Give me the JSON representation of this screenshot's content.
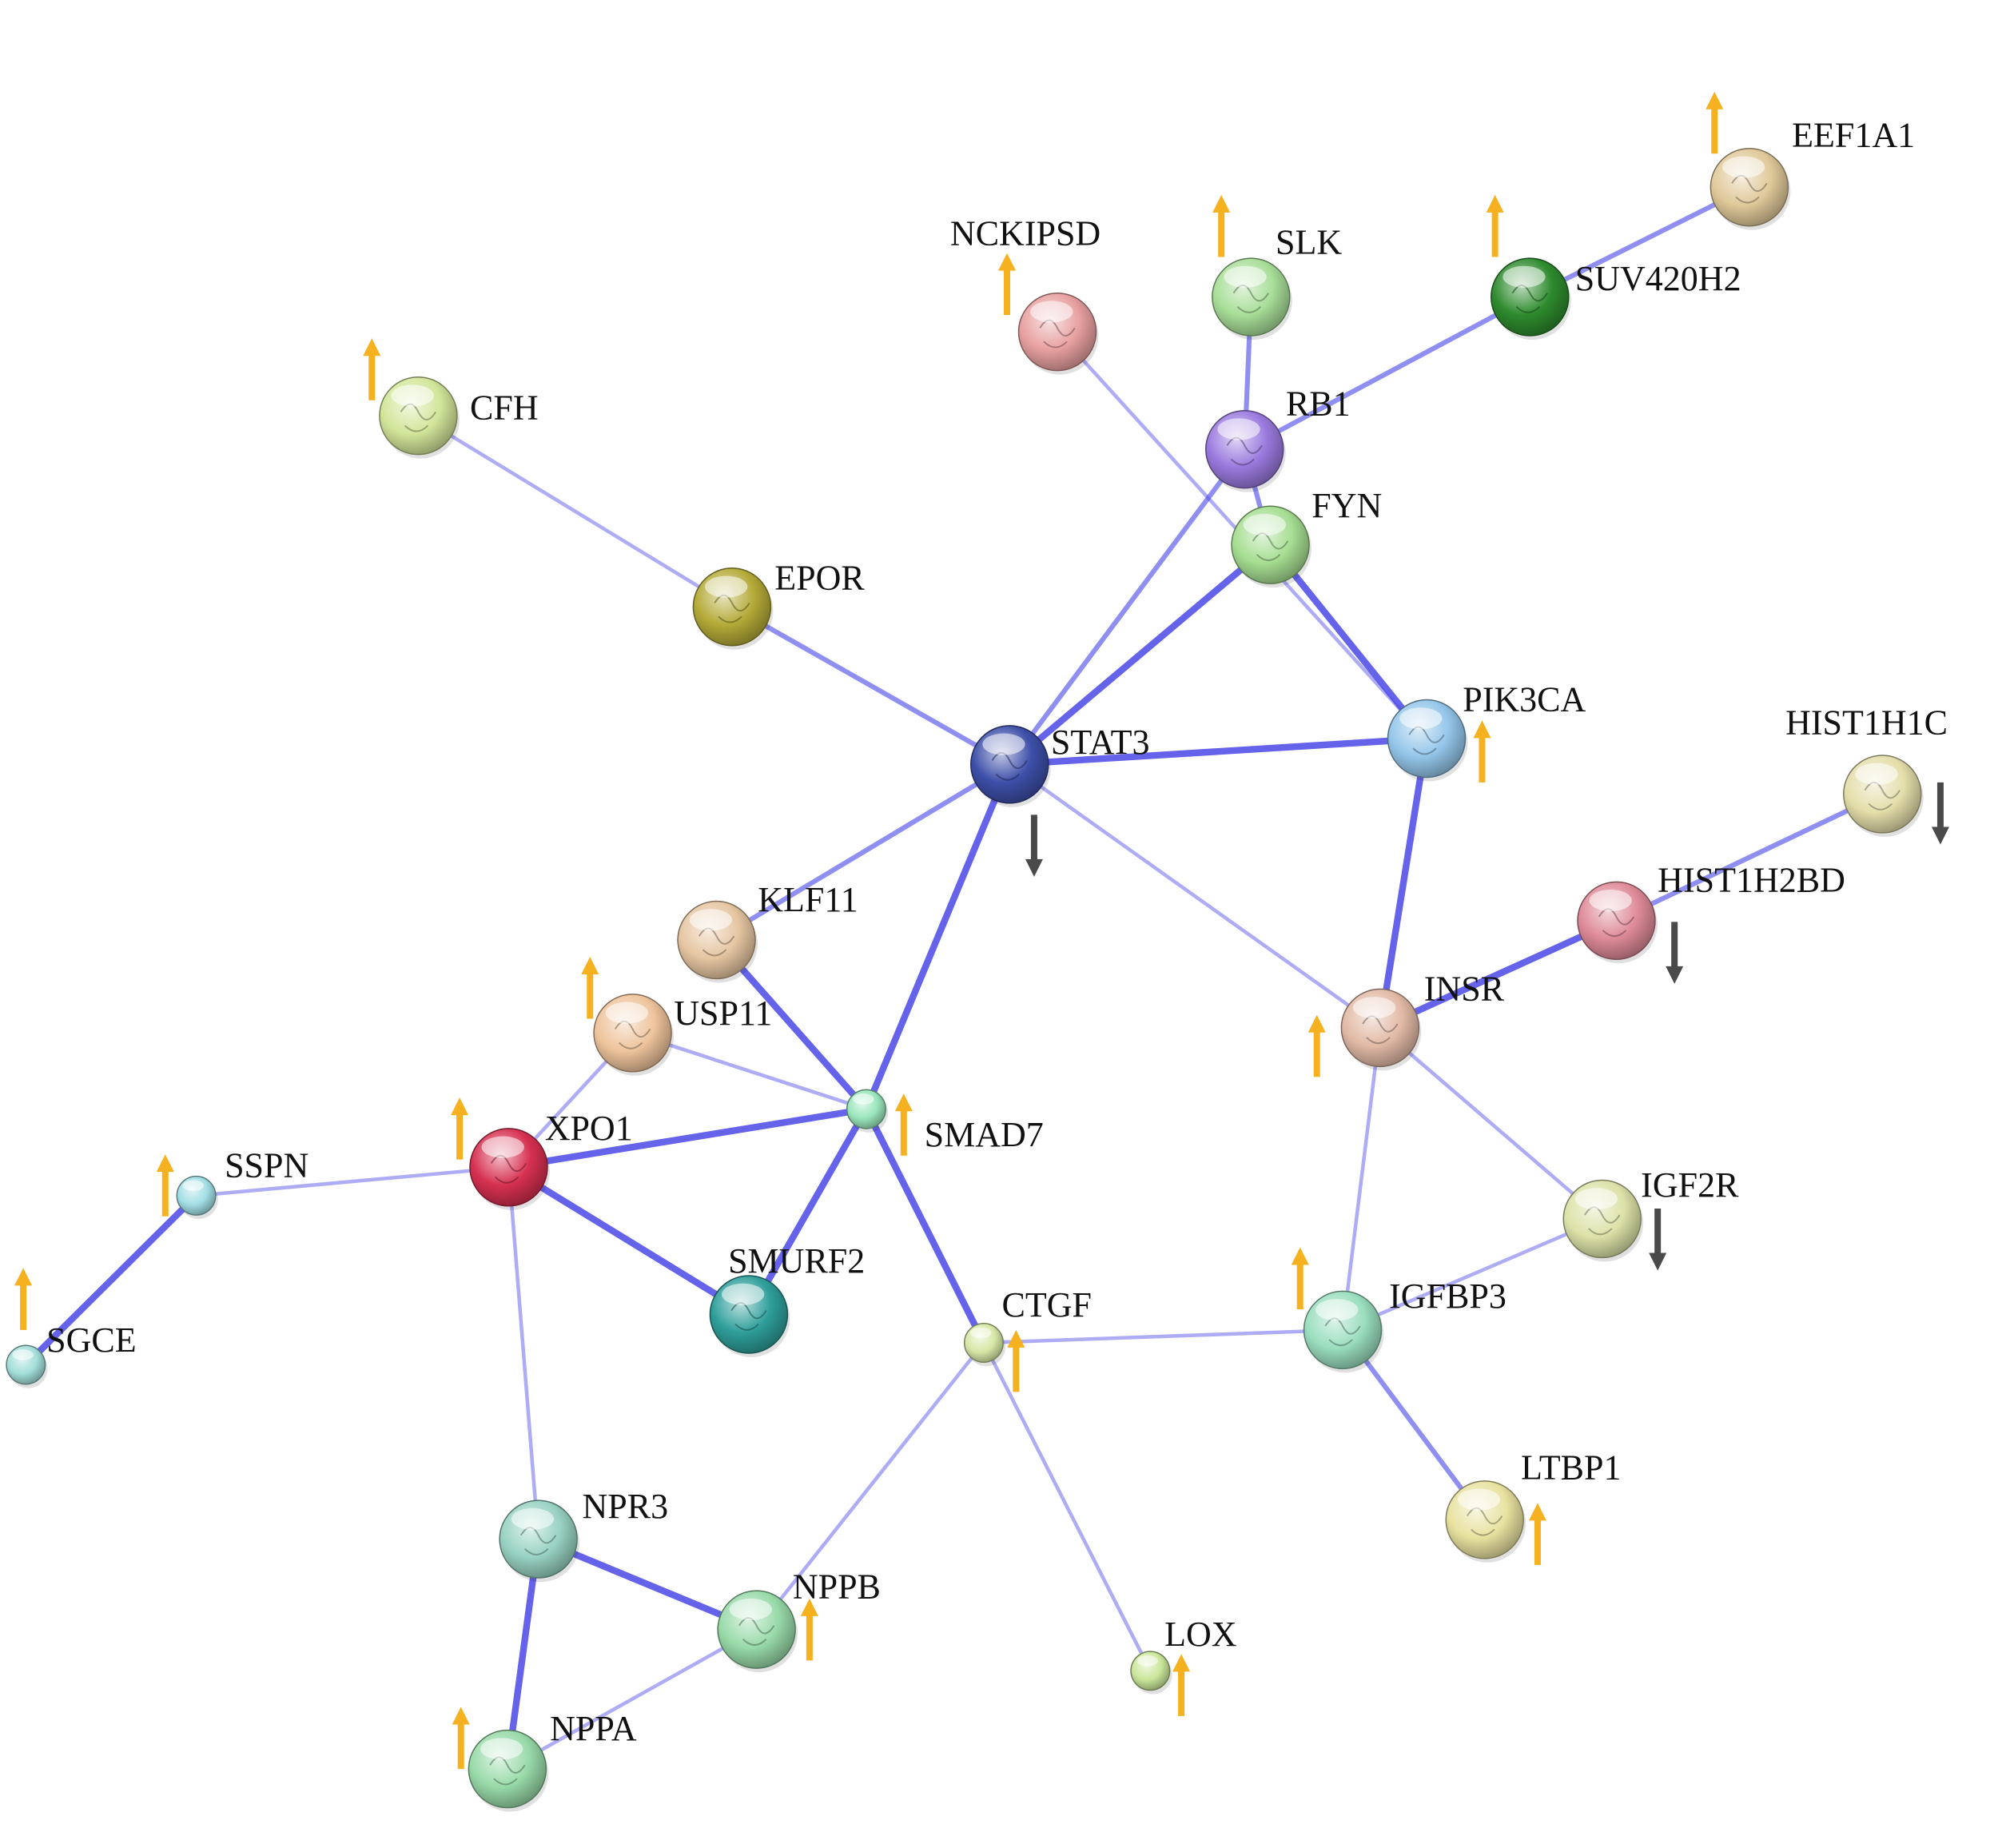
{
  "colors": {
    "up_arrow": "#F5B120",
    "down_arrow": "#4A4A4A",
    "edge": "#4B48E8"
  },
  "nodes": [
    {
      "id": "EEF1A1",
      "label": "EEF1A1",
      "color": "#E0C99A",
      "regulation": "up"
    },
    {
      "id": "SUV420H2",
      "label": "SUV420H2",
      "color": "#2E8B2E",
      "regulation": "up"
    },
    {
      "id": "SLK",
      "label": "SLK",
      "color": "#A8DE98",
      "regulation": "up"
    },
    {
      "id": "NCKIPSD",
      "label": "NCKIPSD",
      "color": "#E8A0A0",
      "regulation": "up"
    },
    {
      "id": "CFH",
      "label": "CFH",
      "color": "#D2E69A",
      "regulation": "up"
    },
    {
      "id": "RB1",
      "label": "RB1",
      "color": "#9A7ADE",
      "regulation": "none"
    },
    {
      "id": "FYN",
      "label": "FYN",
      "color": "#A6DE92",
      "regulation": "none"
    },
    {
      "id": "EPOR",
      "label": "EPOR",
      "color": "#B4AA38",
      "regulation": "none"
    },
    {
      "id": "STAT3",
      "label": "STAT3",
      "color": "#3D4FA8",
      "regulation": "down"
    },
    {
      "id": "PIK3CA",
      "label": "PIK3CA",
      "color": "#94C6EA",
      "regulation": "up"
    },
    {
      "id": "HIST1H1C",
      "label": "HIST1H1C",
      "color": "#E4DEAA",
      "regulation": "down"
    },
    {
      "id": "HIST1H2BD",
      "label": "HIST1H2BD",
      "color": "#DE8A98",
      "regulation": "down"
    },
    {
      "id": "KLF11",
      "label": "KLF11",
      "color": "#E6C6A2",
      "regulation": "none"
    },
    {
      "id": "USP11",
      "label": "USP11",
      "color": "#EEC49C",
      "regulation": "up"
    },
    {
      "id": "INSR",
      "label": "INSR",
      "color": "#E2BAA6",
      "regulation": "up"
    },
    {
      "id": "SMAD7",
      "label": "SMAD7",
      "color": "#9AE6BC",
      "regulation": "up"
    },
    {
      "id": "XPO1",
      "label": "XPO1",
      "color": "#D63050",
      "regulation": "up"
    },
    {
      "id": "SSPN",
      "label": "SSPN",
      "color": "#A2DEE4",
      "regulation": "up"
    },
    {
      "id": "SGCE",
      "label": "SGCE",
      "color": "#A2DED8",
      "regulation": "up"
    },
    {
      "id": "SMURF2",
      "label": "SMURF2",
      "color": "#2E9E9A",
      "regulation": "none"
    },
    {
      "id": "CTGF",
      "label": "CTGF",
      "color": "#D6E8A6",
      "regulation": "up"
    },
    {
      "id": "IGF2R",
      "label": "IGF2R",
      "color": "#DCE2A8",
      "regulation": "down"
    },
    {
      "id": "IGFBP3",
      "label": "IGFBP3",
      "color": "#9ADEBE",
      "regulation": "up"
    },
    {
      "id": "LTBP1",
      "label": "LTBP1",
      "color": "#E8E2A0",
      "regulation": "up"
    },
    {
      "id": "NPR3",
      "label": "NPR3",
      "color": "#98D2C2",
      "regulation": "none"
    },
    {
      "id": "NPPB",
      "label": "NPPB",
      "color": "#98DAA8",
      "regulation": "up"
    },
    {
      "id": "NPPA",
      "label": "NPPA",
      "color": "#98DAA8",
      "regulation": "up"
    },
    {
      "id": "LOX",
      "label": "LOX",
      "color": "#CAE69A",
      "regulation": "up"
    }
  ],
  "edges": [
    {
      "source": "EEF1A1",
      "target": "SUV420H2",
      "strength": "medium"
    },
    {
      "source": "SUV420H2",
      "target": "RB1",
      "strength": "medium"
    },
    {
      "source": "SLK",
      "target": "RB1",
      "strength": "medium"
    },
    {
      "source": "NCKIPSD",
      "target": "PIK3CA",
      "strength": "weak"
    },
    {
      "source": "CFH",
      "target": "EPOR",
      "strength": "weak"
    },
    {
      "source": "EPOR",
      "target": "STAT3",
      "strength": "medium"
    },
    {
      "source": "RB1",
      "target": "FYN",
      "strength": "medium"
    },
    {
      "source": "RB1",
      "target": "STAT3",
      "strength": "medium"
    },
    {
      "source": "FYN",
      "target": "STAT3",
      "strength": "strong"
    },
    {
      "source": "FYN",
      "target": "PIK3CA",
      "strength": "strong"
    },
    {
      "source": "STAT3",
      "target": "PIK3CA",
      "strength": "strong"
    },
    {
      "source": "STAT3",
      "target": "KLF11",
      "strength": "medium"
    },
    {
      "source": "STAT3",
      "target": "SMAD7",
      "strength": "strong"
    },
    {
      "source": "STAT3",
      "target": "INSR",
      "strength": "weak"
    },
    {
      "source": "PIK3CA",
      "target": "INSR",
      "strength": "strong"
    },
    {
      "source": "HIST1H1C",
      "target": "HIST1H2BD",
      "strength": "medium"
    },
    {
      "source": "HIST1H2BD",
      "target": "INSR",
      "strength": "strong"
    },
    {
      "source": "KLF11",
      "target": "SMAD7",
      "strength": "strong"
    },
    {
      "source": "USP11",
      "target": "SMAD7",
      "strength": "weak"
    },
    {
      "source": "USP11",
      "target": "XPO1",
      "strength": "weak"
    },
    {
      "source": "XPO1",
      "target": "SMAD7",
      "strength": "strong"
    },
    {
      "source": "XPO1",
      "target": "SMURF2",
      "strength": "strong"
    },
    {
      "source": "XPO1",
      "target": "SSPN",
      "strength": "weak"
    },
    {
      "source": "XPO1",
      "target": "NPR3",
      "strength": "weak"
    },
    {
      "source": "SSPN",
      "target": "SGCE",
      "strength": "strong"
    },
    {
      "source": "SMAD7",
      "target": "SMURF2",
      "strength": "strong"
    },
    {
      "source": "SMAD7",
      "target": "CTGF",
      "strength": "strong"
    },
    {
      "source": "CTGF",
      "target": "IGFBP3",
      "strength": "weak"
    },
    {
      "source": "CTGF",
      "target": "NPPB",
      "strength": "weak"
    },
    {
      "source": "CTGF",
      "target": "LOX",
      "strength": "weak"
    },
    {
      "source": "INSR",
      "target": "IGF2R",
      "strength": "weak"
    },
    {
      "source": "INSR",
      "target": "IGFBP3",
      "strength": "weak"
    },
    {
      "source": "IGFBP3",
      "target": "IGF2R",
      "strength": "weak"
    },
    {
      "source": "IGFBP3",
      "target": "LTBP1",
      "strength": "medium"
    },
    {
      "source": "NPR3",
      "target": "NPPB",
      "strength": "strong"
    },
    {
      "source": "NPR3",
      "target": "NPPA",
      "strength": "strong"
    },
    {
      "source": "NPPB",
      "target": "NPPA",
      "strength": "weak"
    }
  ]
}
